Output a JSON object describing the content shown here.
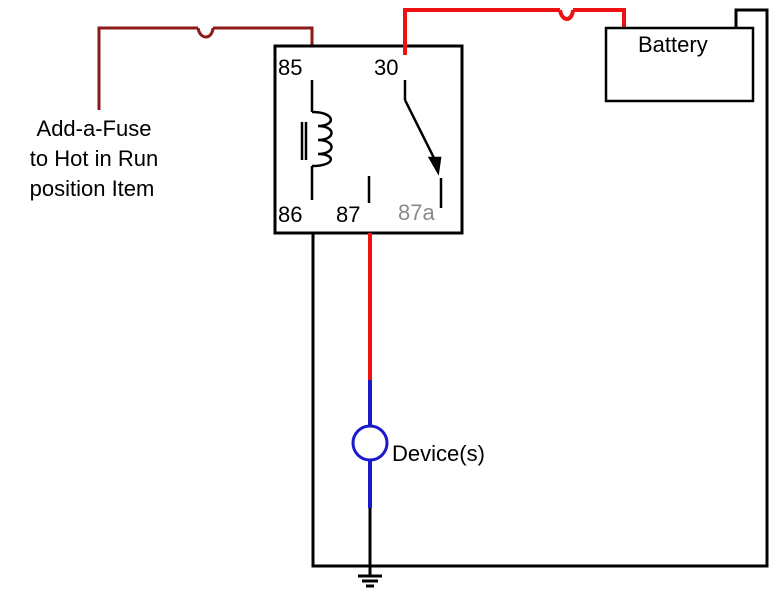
{
  "labels": {
    "fuse_note_line1": "Add-a-Fuse",
    "fuse_note_line2": "to Hot in Run",
    "fuse_note_line3": "position Item",
    "battery": "Battery",
    "device": "Device(s)",
    "pin_85": "85",
    "pin_86": "86",
    "pin_30": "30",
    "pin_87": "87",
    "pin_87a": "87a"
  },
  "colors": {
    "switched_wire": "#8b1a1a",
    "battery_wire": "#ee1111",
    "output_wire": "#ee1111",
    "device_wire": "#1a1acc",
    "ground_wire": "#000000",
    "disabled_pin": "#8a8a8a"
  }
}
